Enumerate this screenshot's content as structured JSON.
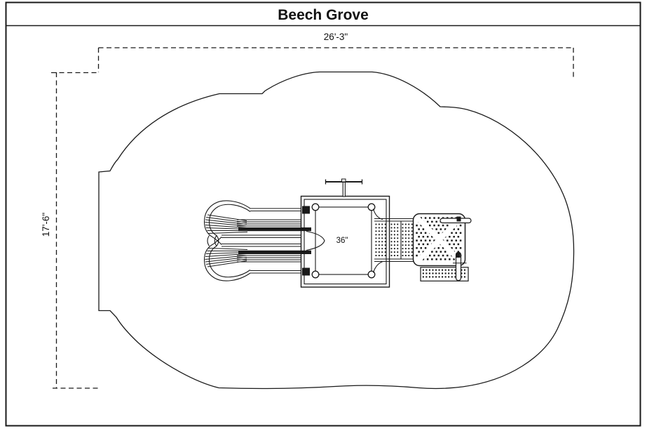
{
  "title": "Beech Grove",
  "dimensions": {
    "width_label": "26'-3\"",
    "height_label": "17'-6\""
  },
  "structure": {
    "deck_size_label": "36\"",
    "components": [
      "double-slide",
      "square-deck",
      "overhead-bar",
      "transfer-bridge",
      "climber-panel",
      "dotted-step",
      "handrails"
    ]
  },
  "colors": {
    "ink": "#1a1a1a",
    "background": "#ffffff"
  }
}
